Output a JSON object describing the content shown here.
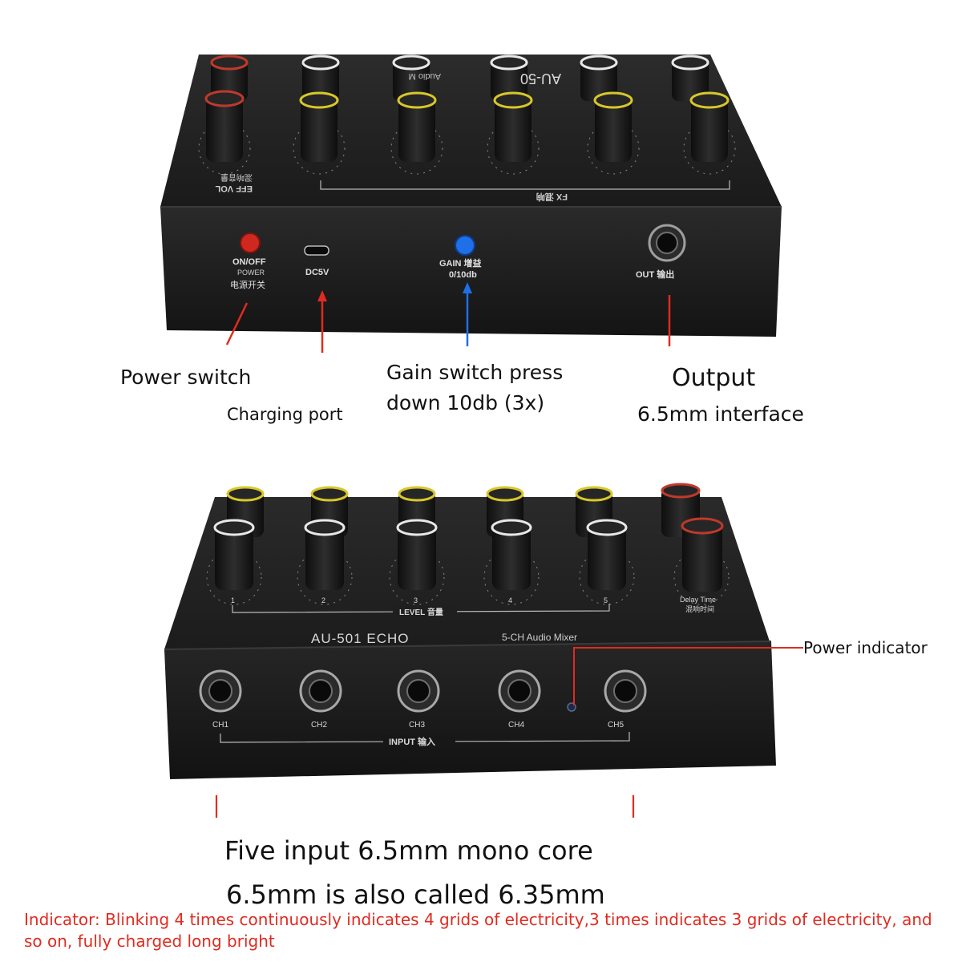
{
  "top_device": {
    "panel_labels": {
      "on_off": "ON/OFF",
      "power": "POWER",
      "power_cn": "电源开关",
      "dc5v": "DC5V",
      "gain": "GAIN 增益",
      "gain_values": "0/10db",
      "out": "OUT 输出",
      "eff_vol": "EFF VOL",
      "eff_vol_cn": "混响音量",
      "fx": "FX 混响",
      "model_mirrored": "AU-50",
      "audio_mirrored": "Audio M"
    },
    "icons": [
      "power-button-red",
      "usb-c-port",
      "gain-button-blue",
      "output-jack"
    ],
    "callouts": {
      "power_switch": "Power switch",
      "charging_port": "Charging port",
      "gain_line1": "Gain switch press",
      "gain_line2": "down 10db (3x)",
      "output_line1": "Output",
      "output_line2": "6.5mm interface"
    }
  },
  "bottom_device": {
    "panel_labels": {
      "model": "AU-501 ECHO",
      "mixer_type": "5-CH Audio Mixer",
      "level": "LEVEL 音量",
      "delay_time": "Delay Time",
      "delay_time_cn": "混响时间",
      "input": "INPUT 输入",
      "channels": [
        "CH1",
        "CH2",
        "CH3",
        "CH4",
        "CH5"
      ],
      "knob_numbers": [
        "1",
        "2",
        "3",
        "4",
        "5"
      ]
    },
    "icons": [
      "input-jack",
      "power-indicator-led"
    ],
    "callouts": {
      "power_indicator": "Power indicator",
      "five_input": "Five input 6.5mm mono core",
      "also_called": "6.5mm is also called 6.35mm"
    }
  },
  "note": "Indicator: Blinking 4 times continuously indicates 4 grids of electricity,3 times indicates 3 grids of electricity, and so on, fully charged long bright",
  "colors": {
    "device_body": "#1e1e1e",
    "knob_yellow_ring": "#d8c72a",
    "knob_white_ring": "#e8e8e8",
    "knob_red_ring": "#c0392b",
    "callout_red": "#e02b20",
    "gain_button": "#1e6fe8",
    "power_button": "#d0281e"
  }
}
